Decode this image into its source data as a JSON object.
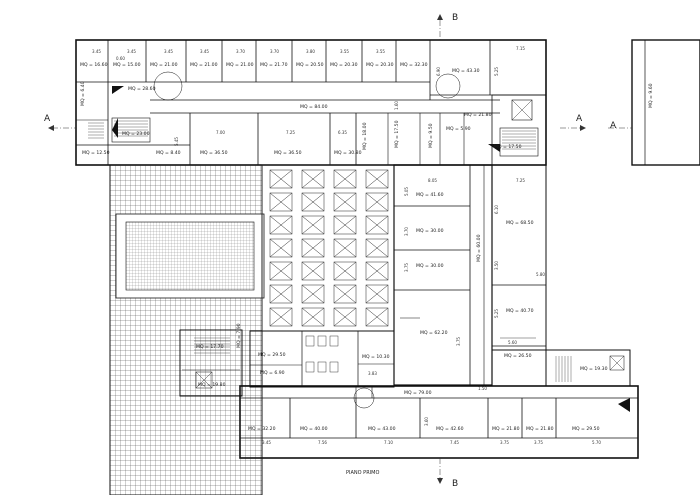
{
  "title": "PIANO PRIMO",
  "section_marks": {
    "a": "A",
    "b": "B"
  },
  "rooms": [
    {
      "id": "r1",
      "label": "MQ = 16.60"
    },
    {
      "id": "r2",
      "label": "MQ = 15.00"
    },
    {
      "id": "r3",
      "label": "MQ = 21.00"
    },
    {
      "id": "r4",
      "label": "MQ = 21.00"
    },
    {
      "id": "r5",
      "label": "MQ = 21.00"
    },
    {
      "id": "r6",
      "label": "MQ = 21.70"
    },
    {
      "id": "r7",
      "label": "MQ = 20.50"
    },
    {
      "id": "r8",
      "label": "MQ = 20.30"
    },
    {
      "id": "r9",
      "label": "MQ = 20.30"
    },
    {
      "id": "r10",
      "label": "MQ = 32.30"
    },
    {
      "id": "r11",
      "label": "MQ = 43.30"
    },
    {
      "id": "r12",
      "label": "MQ = 6.40"
    },
    {
      "id": "r13",
      "label": "MQ = 28.60"
    },
    {
      "id": "r14",
      "label": "MQ = 84.00"
    },
    {
      "id": "r15",
      "label": "MQ = 21.80"
    },
    {
      "id": "r16",
      "label": "MQ = 23.00"
    },
    {
      "id": "r17",
      "label": "MQ = 12.50"
    },
    {
      "id": "r18",
      "label": "MQ = 8.40"
    },
    {
      "id": "r19",
      "label": "MQ = 36.50"
    },
    {
      "id": "r20",
      "label": "MQ = 36.50"
    },
    {
      "id": "r21",
      "label": "MQ = 30.80"
    },
    {
      "id": "r22",
      "label": "MQ = 18.00"
    },
    {
      "id": "r23",
      "label": "MQ = 17.50"
    },
    {
      "id": "r24",
      "label": "MQ = 5.90"
    },
    {
      "id": "r25",
      "label": "MQ = 9.50"
    },
    {
      "id": "r26",
      "label": "MQ = 17.50"
    },
    {
      "id": "r27",
      "label": "MQ = 8.60"
    },
    {
      "id": "r28",
      "label": "MQ = 41.60"
    },
    {
      "id": "r29",
      "label": "MQ = 68.50"
    },
    {
      "id": "r30",
      "label": "MQ = 30.00"
    },
    {
      "id": "r31",
      "label": "MQ = 60.00"
    },
    {
      "id": "r32",
      "label": "MQ = 30.00"
    },
    {
      "id": "r33",
      "label": "MQ = 40.70"
    },
    {
      "id": "r34",
      "label": "MQ = 62.20"
    },
    {
      "id": "r35",
      "label": "MQ = 17.70"
    },
    {
      "id": "r36",
      "label": "MQ = 7.90"
    },
    {
      "id": "r37",
      "label": "MQ = 29.50"
    },
    {
      "id": "r38",
      "label": "MQ = 10.30"
    },
    {
      "id": "r39",
      "label": "MQ = 26.50"
    },
    {
      "id": "r40",
      "label": "MQ = 6.90"
    },
    {
      "id": "r41",
      "label": "MQ = 19.30"
    },
    {
      "id": "r42",
      "label": "MQ = 19.80"
    },
    {
      "id": "r43",
      "label": "MQ = 79.00"
    },
    {
      "id": "r44",
      "label": "MQ = 32.20"
    },
    {
      "id": "r45",
      "label": "MQ = 40.00"
    },
    {
      "id": "r46",
      "label": "MQ = 43.00"
    },
    {
      "id": "r47",
      "label": "MQ = 42.60"
    },
    {
      "id": "r48",
      "label": "MQ = 21.80"
    },
    {
      "id": "r49",
      "label": "MQ = 21.80"
    },
    {
      "id": "r50",
      "label": "MQ = 29.50"
    },
    {
      "id": "r51",
      "label": "MQ = 9.60"
    }
  ],
  "dimensions": {
    "top": [
      "3.45",
      "3.45",
      "3.45",
      "3.45",
      "3.70",
      "3.70",
      "3.80",
      "3.55",
      "3.55",
      "7.15"
    ],
    "top_extra": "0.60",
    "mid": [
      "7.00",
      "7.25",
      "6.35",
      "8.05",
      "7.25"
    ],
    "mid_v": [
      "5.45",
      "6.90",
      "5.25",
      "5.05",
      "1.60"
    ],
    "right_v": [
      "3.70",
      "3.75",
      "3.50",
      "6.10",
      "5.25",
      "3.75"
    ],
    "right_h": [
      "5.60",
      "5.80",
      "1.50",
      "3.80"
    ],
    "bottom": [
      "3.45",
      "7.56",
      "7.10",
      "7.45",
      "3.75",
      "3.75",
      "5.70"
    ],
    "bottom_v": "3.60",
    "low": [
      "3.83"
    ]
  }
}
